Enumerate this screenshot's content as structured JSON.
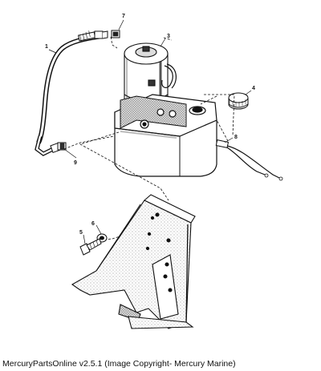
{
  "callouts": {
    "c1": "1",
    "c3": "3",
    "c4": "4",
    "c5": "5",
    "c6": "6",
    "c7": "7",
    "c8": "8",
    "c9": "9"
  },
  "caption": "MercuryPartsOnline v2.5.1 (Image Copyright- Mercury Marine)"
}
